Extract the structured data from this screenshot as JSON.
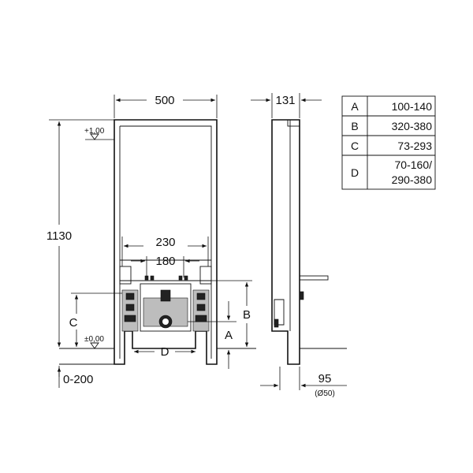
{
  "front_view": {
    "width_label": "500",
    "height_label": "1130",
    "level_top": "+1,00",
    "level_floor": "±0,00",
    "spacing_outer": "230",
    "spacing_inner": "180",
    "dim_a": "A",
    "dim_b": "B",
    "dim_c": "C",
    "dim_d": "D",
    "floor_range": "0-200"
  },
  "side_view": {
    "depth_label": "131",
    "pipe_offset": "95",
    "pipe_diameter": "(Ø50)"
  },
  "dimension_table": [
    {
      "key": "A",
      "value": "100-140"
    },
    {
      "key": "B",
      "value": "320-380"
    },
    {
      "key": "C",
      "value": "73-293"
    },
    {
      "key": "D",
      "value_line1": "70-160/",
      "value_line2": "290-380"
    }
  ]
}
